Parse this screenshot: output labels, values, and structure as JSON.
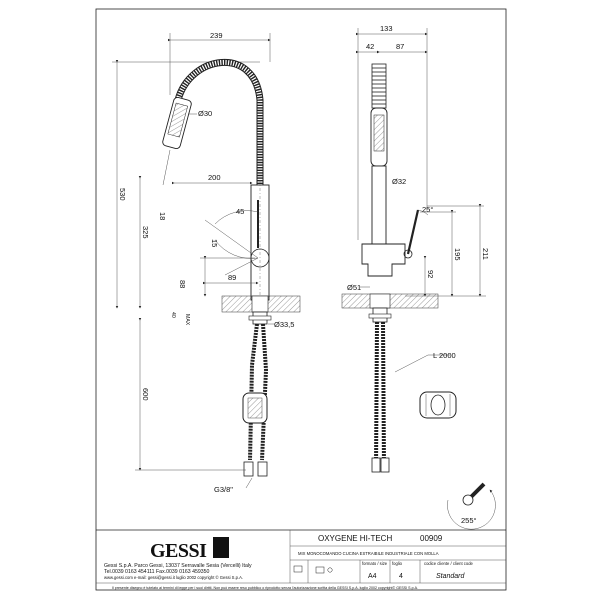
{
  "drawing": {
    "front_view": {
      "dims": [
        "239",
        "530",
        "325",
        "200",
        "Ø30",
        "18",
        "45",
        "15",
        "88",
        "89",
        "40\nMAX",
        "Ø33,5",
        "600",
        "G3/8\""
      ],
      "width_total": "239",
      "height_total": "530",
      "height_spout": "325",
      "reach": "200",
      "head_diameter": "Ø30",
      "head_small": "18",
      "angle_a": "45",
      "angle_b": "15",
      "lever_height": "88",
      "lever_offset": "89",
      "deck_max": "40",
      "deck_max_unit": "MAX",
      "shank_diameter": "Ø33,5",
      "hose_length": "600",
      "connection": "G3/8\""
    },
    "side_view": {
      "width_total": "133",
      "offset_a": "42",
      "offset_b": "87",
      "body_diameter": "Ø32",
      "angle": "25°",
      "base_diameter": "Ø51",
      "height_a": "92",
      "height_b": "195",
      "height_c": "211"
    },
    "hose": {
      "label": "L 2000"
    },
    "rotation": {
      "label": "255°"
    }
  },
  "title_block": {
    "brand": "GESSI",
    "address": [
      "Gessi S.p.A. Parco Gessi, 13037 Serravalle Sesia (Vercelli) Italy",
      "Tel.0039  0163  454111  Fax.0039  0163  459350",
      "www.gessi.com   e-mail: gessi@gessi.it      luglio 2002     copyright © Gessi S.p.A."
    ],
    "product_name": "OXYGENE HI-TECH",
    "product_code": "00909",
    "description": "MIX MONOCOMANDO CUCINA ESTRAIBILE INDUSTRIALE CON MOLLA",
    "headers": [
      "formato / size",
      "foglio",
      "codice cliente / client code"
    ],
    "format": "A4",
    "sheet": "4",
    "client_code": "Standard",
    "disclaimer": "Il presente disegno è tutelato ai termini di legge per i suoi diritti. Non può essere reso pubblico o riprodotto senza l'autorizzazione scritta della GESSI S.p.A.   luglio 2002   copyright© GESSI S.p.A."
  }
}
